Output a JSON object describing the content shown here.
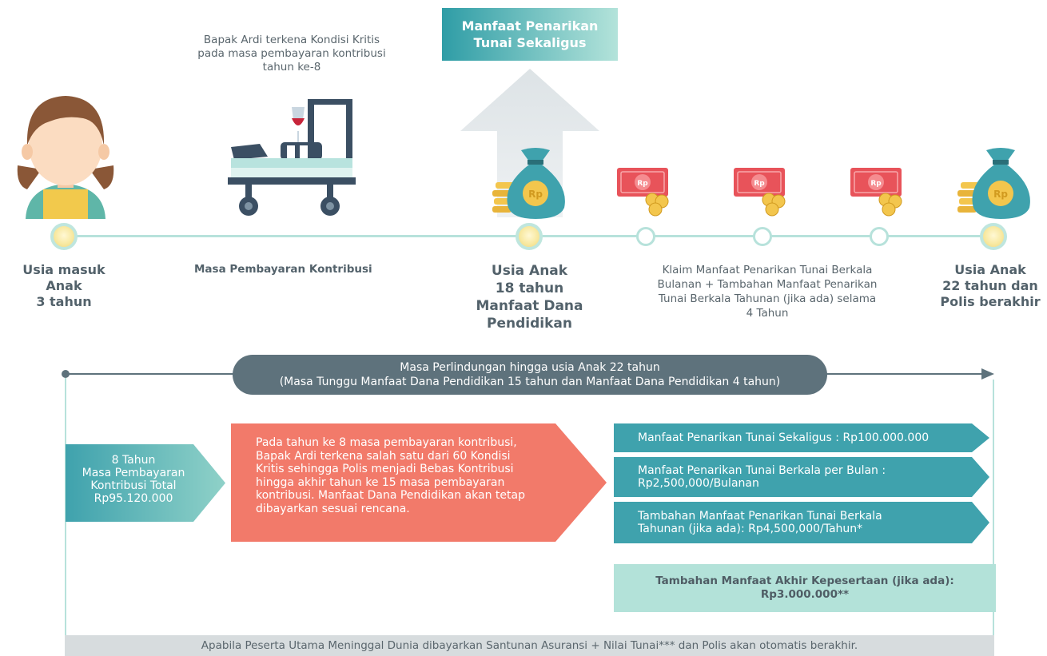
{
  "header_box": {
    "line1": "Manfaat Penarikan",
    "line2": "Tunai Sekaligus"
  },
  "critical_note": {
    "line1": "Bapak Ardi terkena Kondisi Kritis",
    "line2": "pada masa pembayaran kontribusi",
    "line3": "tahun ke-8"
  },
  "timeline_labels": {
    "entry": {
      "line1": "Usia masuk",
      "line2": "Anak",
      "line3": "3 tahun"
    },
    "payment_period": "Masa Pembayaran Kontribusi",
    "age18": {
      "line1": "Usia Anak",
      "line2": "18 tahun",
      "line3": "Manfaat Dana",
      "line4": "Pendidikan"
    },
    "claim": {
      "line1": "Klaim Manfaat Penarikan Tunai Berkala",
      "line2": "Bulanan + Tambahan Manfaat Penarikan",
      "line3": "Tunai Berkala Tahunan (jika ada) selama",
      "line4": "4 Tahun"
    },
    "age22": {
      "line1": "Usia Anak",
      "line2": "22 tahun dan",
      "line3": "Polis berakhir"
    }
  },
  "protection_pill": {
    "line1": "Masa Perlindungan hingga usia Anak 22 tahun",
    "line2": "(Masa Tunggu Manfaat Dana Pendidikan 15 tahun dan Manfaat Dana Pendidikan 4 tahun)"
  },
  "payment_box": {
    "line1": "8 Tahun",
    "line2": "Masa Pembayaran",
    "line3": "Kontribusi Total",
    "line4": "Rp95.120.000"
  },
  "waiver_box": {
    "line1": "Pada tahun ke 8 masa pembayaran kontribusi,",
    "line2": "Bapak Ardi terkena salah satu dari 60 Kondisi",
    "line3": "Kritis sehingga Polis menjadi Bebas Kontribusi",
    "line4": "hingga akhir tahun ke 15 masa pembayaran",
    "line5": "kontribusi. Manfaat Dana Pendidikan akan tetap",
    "line6": "dibayarkan sesuai rencana."
  },
  "benefits": {
    "lump_sum": "Manfaat Penarikan Tunai Sekaligus : Rp100.000.000",
    "monthly": {
      "line1": "Manfaat Penarikan Tunai Berkala per Bulan :",
      "line2": "Rp2,500,000/Bulanan"
    },
    "yearly": {
      "line1": "Tambahan Manfaat Penarikan Tunai Berkala",
      "line2": "Tahunan (jika ada): Rp4,500,000/Tahun*"
    },
    "end_benefit": {
      "line1": "Tambahan Manfaat Akhir Kepesertaan (jika ada):",
      "line2": "Rp3.000.000**"
    }
  },
  "footer_note": "Apabila Peserta Utama Meninggal Dunia dibayarkan Santunan Asuransi + Nilai Tunai*** dan Polis akan otomatis berakhir.",
  "icon_labels": {
    "currency": "Rp"
  },
  "colors": {
    "teal": "#3fa2ad",
    "light_teal": "#b3e2d9",
    "coral": "#f27a6a",
    "slate": "#5e727c",
    "grey_band": "#d7dcde",
    "timeline": "#b7e2db"
  }
}
